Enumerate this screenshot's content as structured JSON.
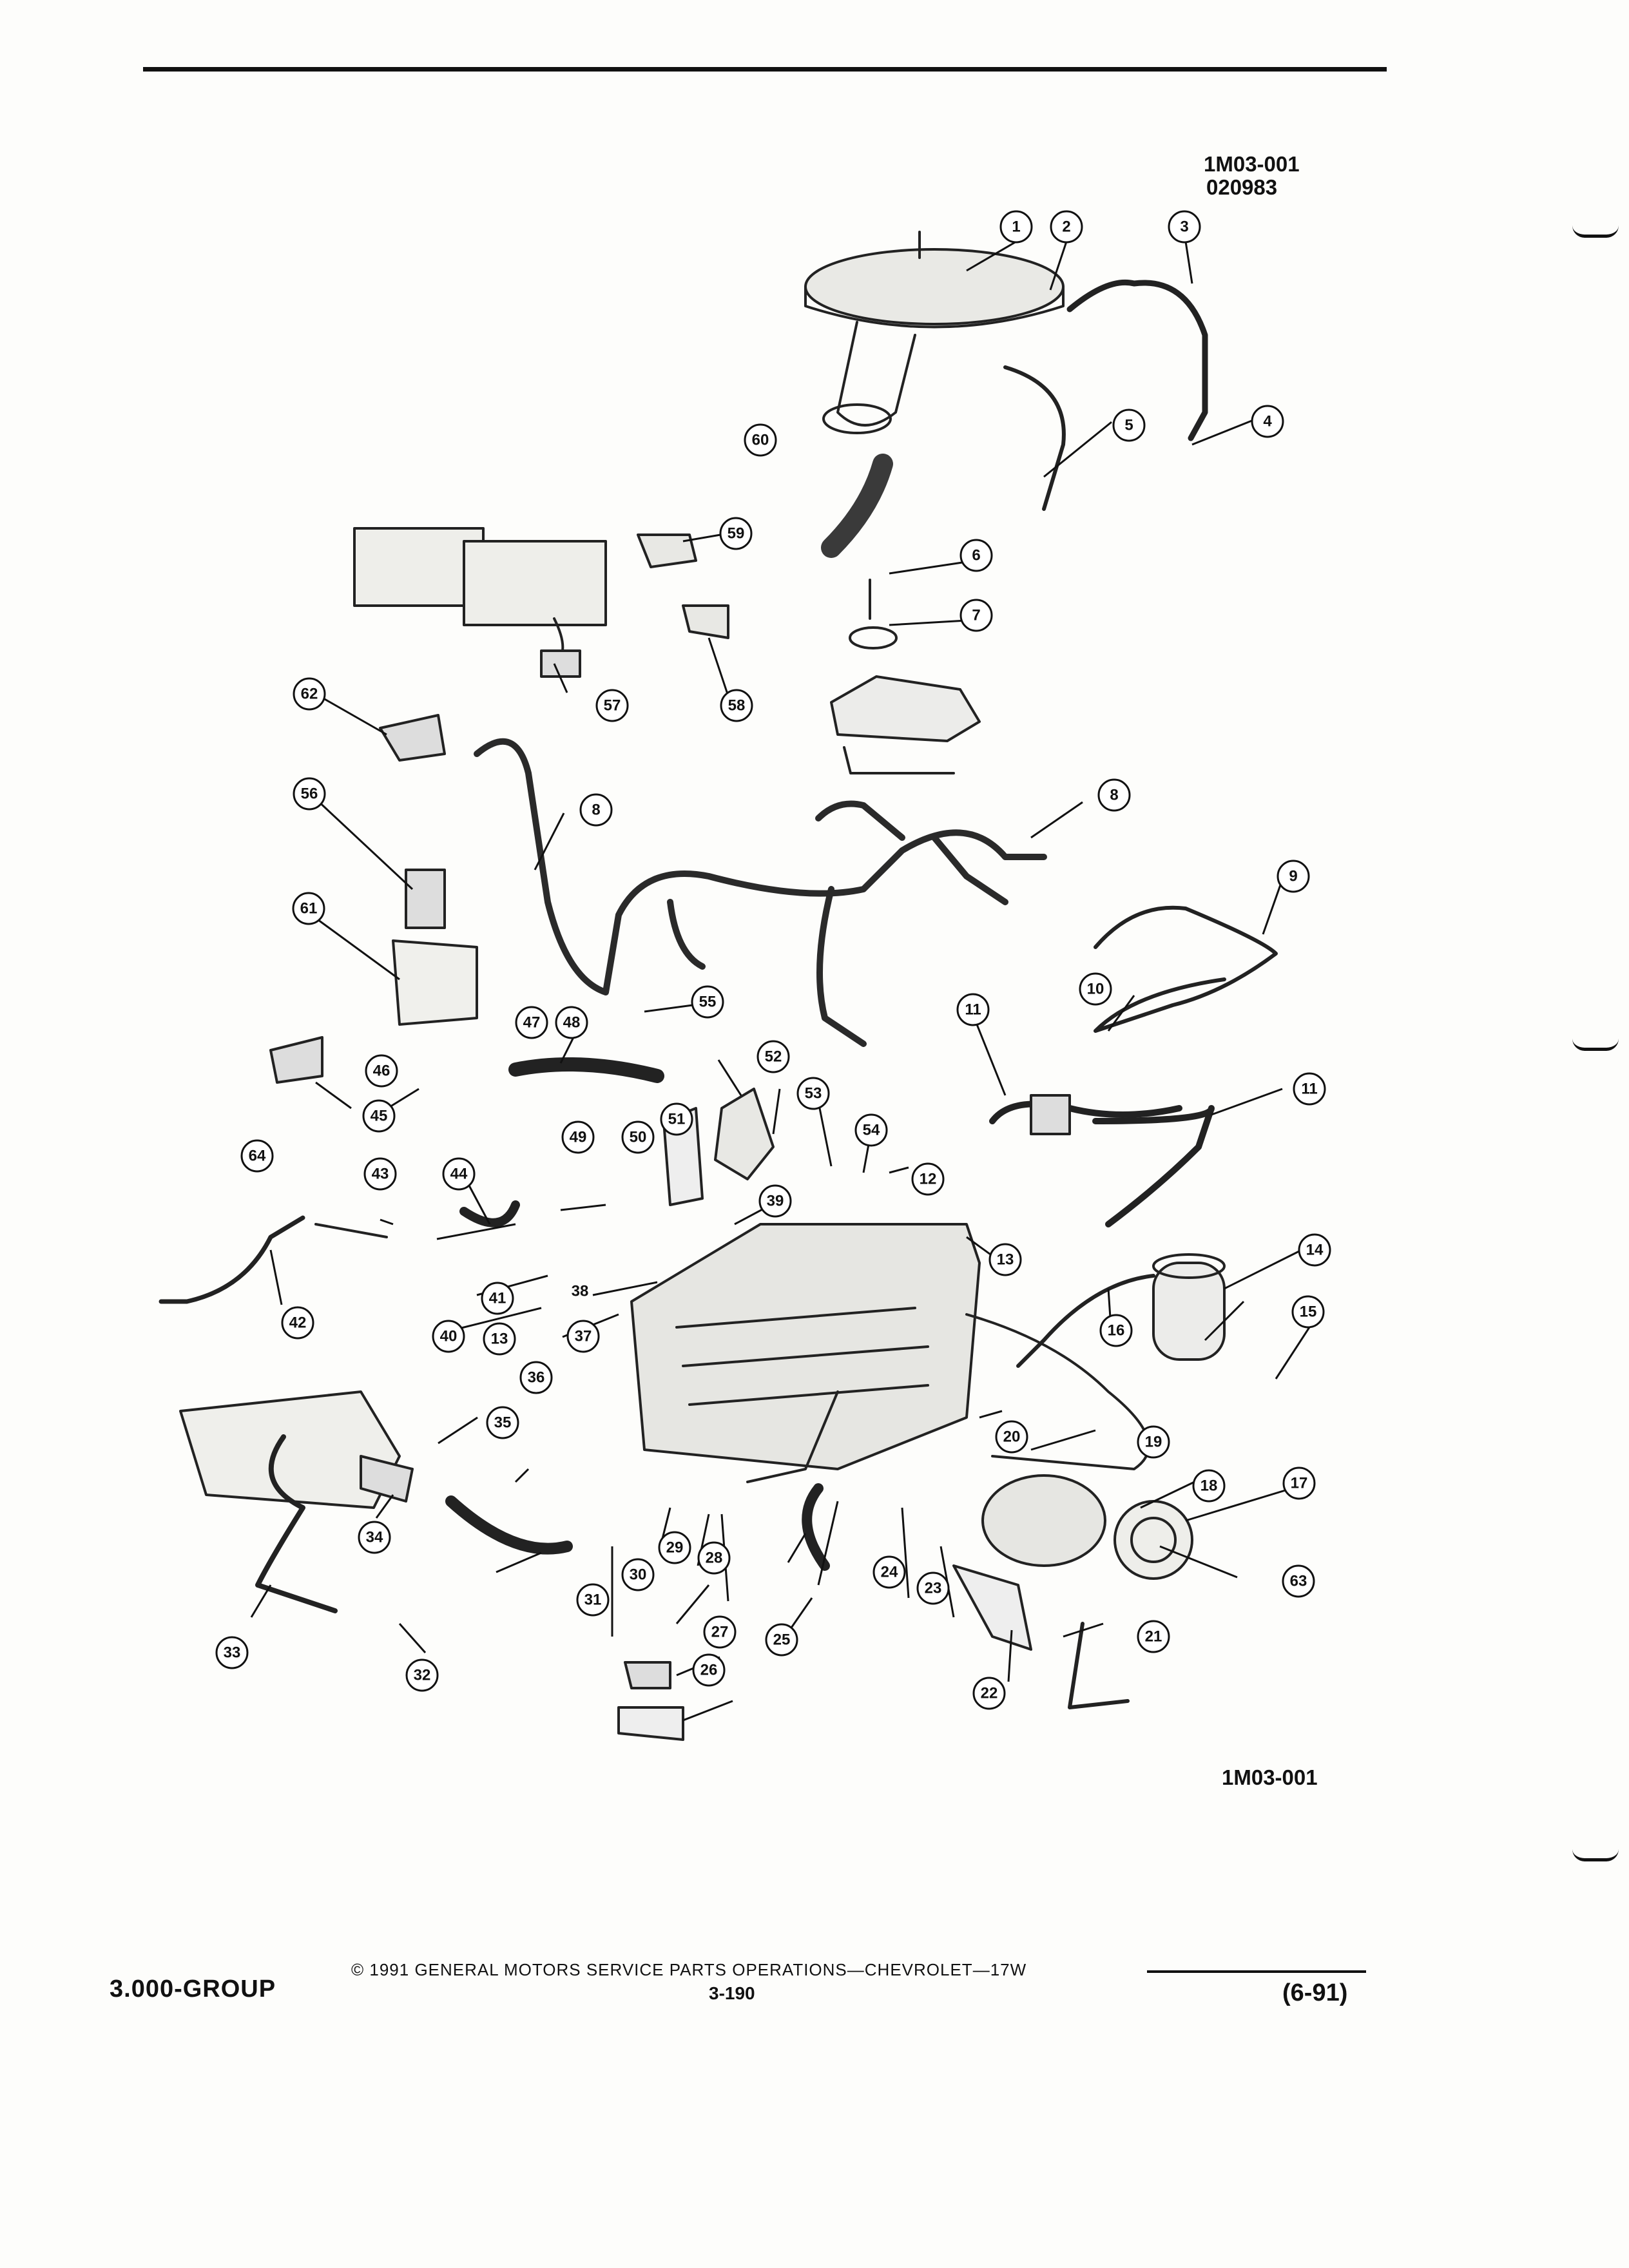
{
  "header": {
    "figure_code": "1M03-001",
    "date_code": "020983"
  },
  "diagram": {
    "callouts": [
      "1",
      "2",
      "3",
      "4",
      "5",
      "6",
      "7",
      "8",
      "8",
      "9",
      "10",
      "11",
      "11",
      "12",
      "13",
      "13",
      "14",
      "15",
      "16",
      "17",
      "18",
      "19",
      "20",
      "21",
      "22",
      "23",
      "24",
      "25",
      "26",
      "27",
      "28",
      "29",
      "30",
      "31",
      "32",
      "33",
      "34",
      "35",
      "36",
      "37",
      "38",
      "39",
      "40",
      "41",
      "42",
      "43",
      "44",
      "45",
      "46",
      "47",
      "48",
      "49",
      "50",
      "51",
      "52",
      "53",
      "54",
      "55",
      "56",
      "57",
      "58",
      "59",
      "60",
      "61",
      "62",
      "63",
      "64"
    ],
    "figure_label": "1M03-001"
  },
  "footer": {
    "group": "3.000-GROUP",
    "copyright": "© 1991 GENERAL MOTORS SERVICE PARTS OPERATIONS—CHEVROLET—17W",
    "page": "3-190",
    "date": "(6-91)"
  }
}
